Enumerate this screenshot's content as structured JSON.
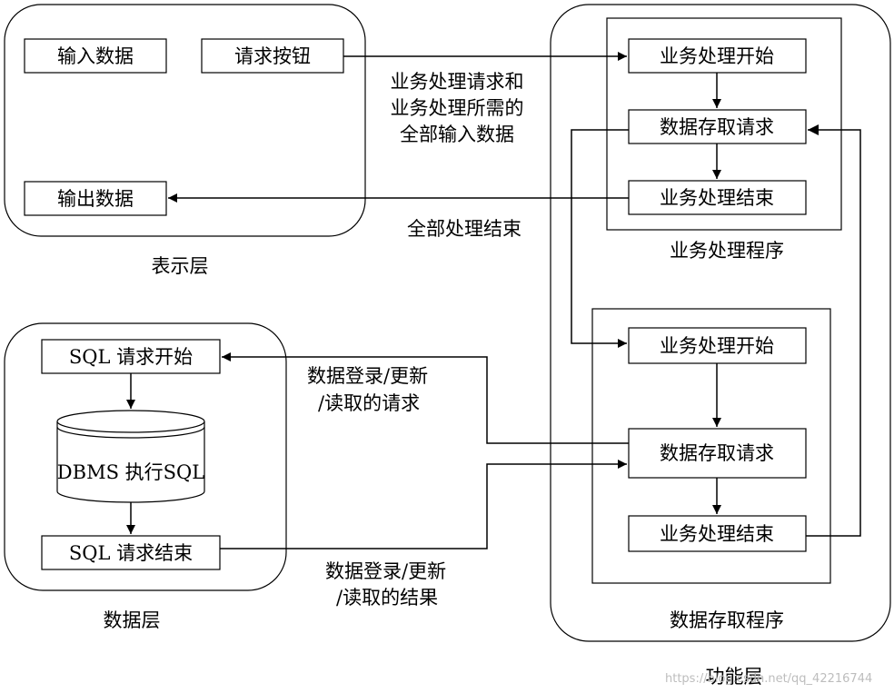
{
  "layers": {
    "presentation": {
      "label": "表示层",
      "boxes": {
        "input_data": "输入数据",
        "request_button": "请求按钮",
        "output_data": "输出数据"
      }
    },
    "function": {
      "label": "功能层",
      "business_program": {
        "label": "业务处理程序",
        "boxes": {
          "start": "业务处理开始",
          "data_access_request": "数据存取请求",
          "end": "业务处理结束"
        }
      },
      "data_access_program": {
        "label": "数据存取程序",
        "boxes": {
          "start": "业务处理开始",
          "data_access_request": "数据存取请求",
          "end": "业务处理结束"
        }
      }
    },
    "data": {
      "label": "数据层",
      "boxes": {
        "sql_start": "SQL 请求开始",
        "dbms": "DBMS 执行SQL",
        "sql_end": "SQL 请求结束"
      }
    }
  },
  "edge_labels": {
    "request": [
      "业务处理请求和",
      "业务处理所需的",
      "全部输入数据"
    ],
    "all_done": "全部处理结束",
    "db_request": [
      "数据登录/更新",
      "/读取的请求"
    ],
    "db_result": [
      "数据登录/更新",
      "/读取的结果"
    ]
  },
  "watermark": "https://blog.csdn.net/qq_42216744"
}
